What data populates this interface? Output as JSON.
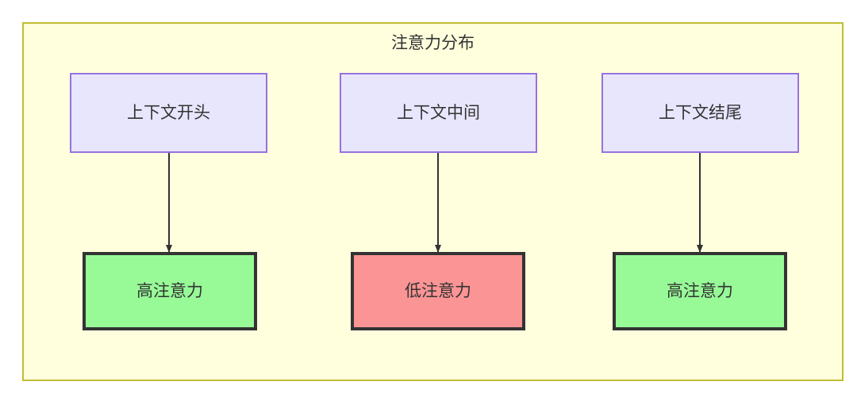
{
  "diagram": {
    "title": "注意力分布",
    "container": {
      "fill": "#ffffdd",
      "stroke": "#bfbf35"
    },
    "nodes": {
      "sources": [
        {
          "id": "context-start",
          "label": "上下文开头",
          "fill": "#e8e6fd",
          "stroke": "#9672e0"
        },
        {
          "id": "context-middle",
          "label": "上下文中间",
          "fill": "#e8e6fd",
          "stroke": "#9672e0"
        },
        {
          "id": "context-end",
          "label": "上下文结尾",
          "fill": "#e8e6fd",
          "stroke": "#9672e0"
        }
      ],
      "outcomes": [
        {
          "id": "high-attention-start",
          "label": "高注意力",
          "fill": "#97fa97",
          "stroke": "#333333"
        },
        {
          "id": "low-attention-middle",
          "label": "低注意力",
          "fill": "#fb9494",
          "stroke": "#333333"
        },
        {
          "id": "high-attention-end",
          "label": "高注意力",
          "fill": "#97fa97",
          "stroke": "#333333"
        }
      ]
    },
    "edges": [
      {
        "from": "context-start",
        "to": "high-attention-start",
        "style": "arrow-down"
      },
      {
        "from": "context-middle",
        "to": "low-attention-middle",
        "style": "arrow-down"
      },
      {
        "from": "context-end",
        "to": "high-attention-end",
        "style": "arrow-down"
      }
    ]
  }
}
